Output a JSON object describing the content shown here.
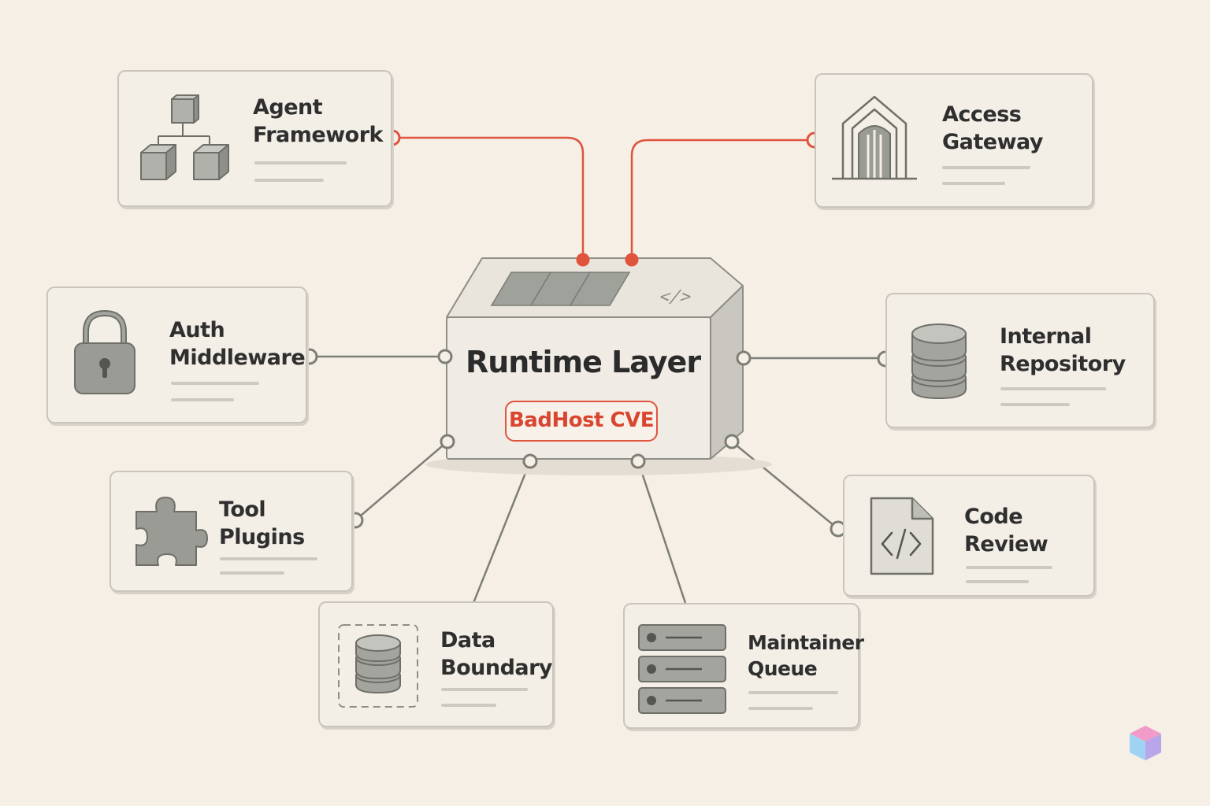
{
  "center": {
    "title": "Runtime Layer",
    "badge": "BadHost CVE",
    "code_glyph": "</>"
  },
  "nodes": {
    "agent_framework": {
      "line1": "Agent",
      "line2": "Framework",
      "icon": "cube-hierarchy-icon"
    },
    "access_gateway": {
      "line1": "Access",
      "line2": "Gateway",
      "icon": "gateway-arch-icon"
    },
    "auth_middleware": {
      "line1": "Auth",
      "line2": "Middleware",
      "icon": "padlock-icon"
    },
    "internal_repository": {
      "line1": "Internal",
      "line2": "Repository",
      "icon": "database-icon"
    },
    "tool_plugins": {
      "line1": "Tool",
      "line2": "Plugins",
      "icon": "puzzle-piece-icon"
    },
    "code_review": {
      "line1": "Code",
      "line2": "Review",
      "icon": "code-file-icon"
    },
    "data_boundary": {
      "line1": "Data",
      "line2": "Boundary",
      "icon": "bounded-database-icon"
    },
    "maintainer_queue": {
      "line1": "Maintainer",
      "line2": "Queue",
      "icon": "server-stack-icon"
    }
  },
  "colors": {
    "background": "#f5efe6",
    "highlight": "#e0533d",
    "connector": "#7d7f76",
    "card_border": "#c9c5bd",
    "icon_fill": "#9a9b94"
  }
}
